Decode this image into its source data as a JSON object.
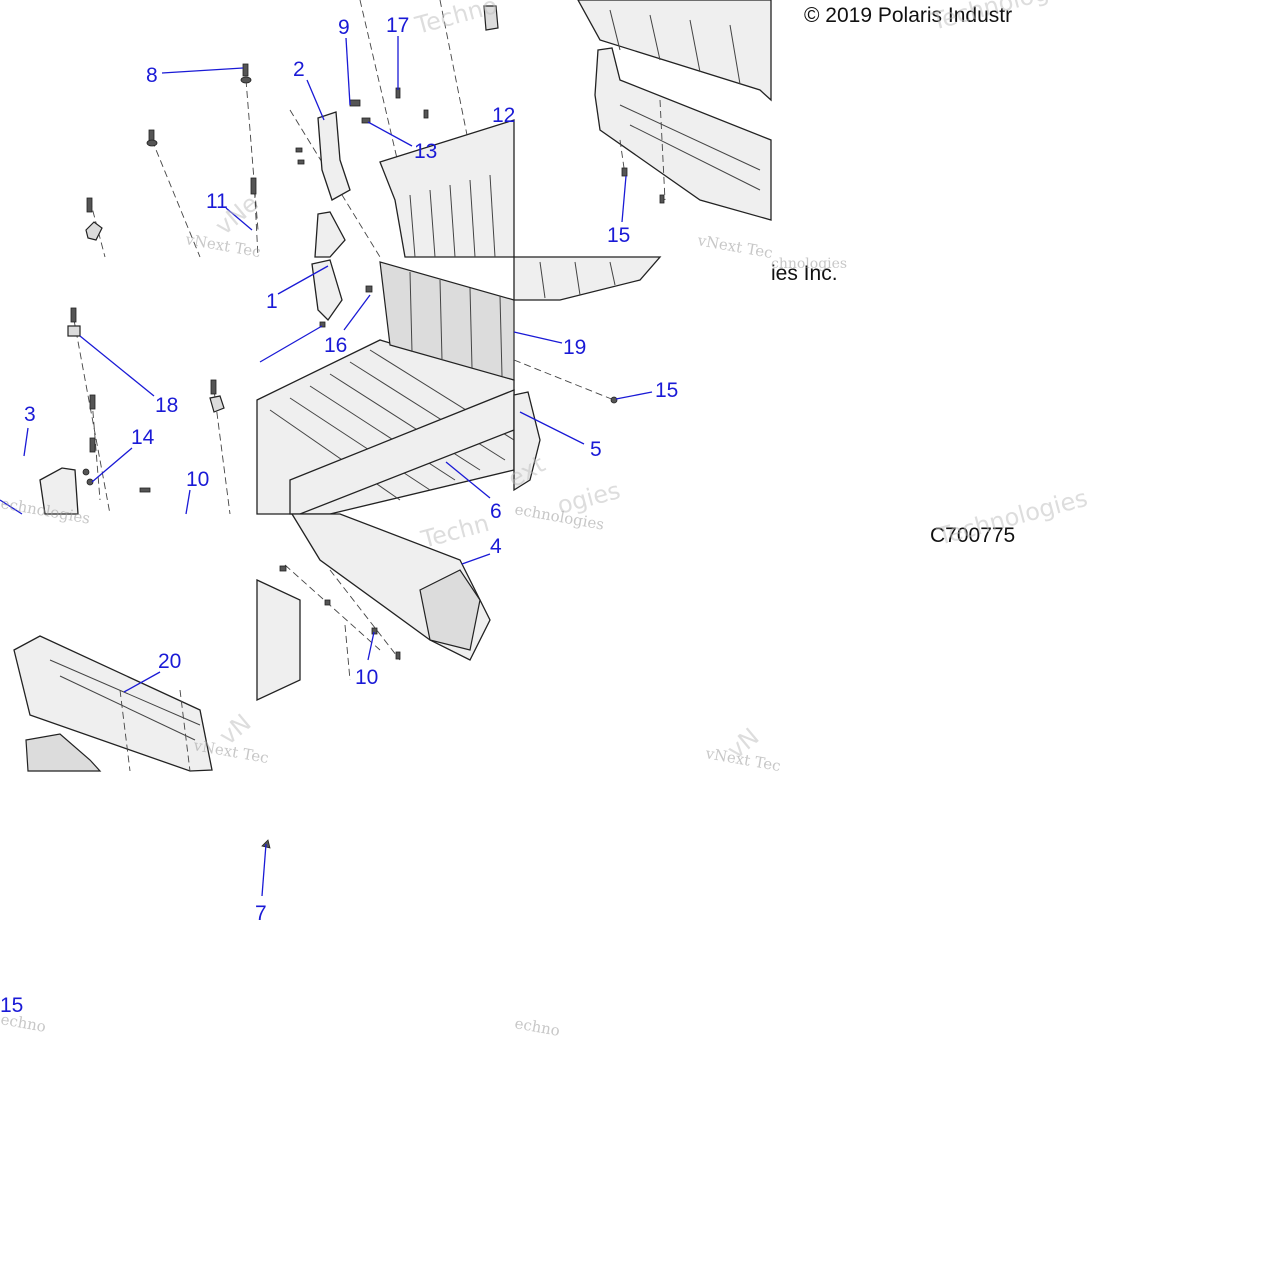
{
  "copyright": "© 2019 Polaris Industr",
  "copyright_fragment": "ies Inc.",
  "diagram_code": "C700775",
  "watermark": {
    "line1": "vNext Tec",
    "line2": "Technologies",
    "fragments": [
      "Techno",
      "vNe",
      "chnologies",
      "echnologies",
      "ext",
      "Techn",
      "vN",
      "ogies",
      "echno"
    ]
  },
  "callouts": [
    {
      "id": "c8",
      "label": "8"
    },
    {
      "id": "c2",
      "label": "2"
    },
    {
      "id": "c9",
      "label": "9"
    },
    {
      "id": "c17",
      "label": "17"
    },
    {
      "id": "c12",
      "label": "12"
    },
    {
      "id": "c13",
      "label": "13"
    },
    {
      "id": "c11",
      "label": "11"
    },
    {
      "id": "c15a",
      "label": "15"
    },
    {
      "id": "c1",
      "label": "1"
    },
    {
      "id": "c16",
      "label": "16"
    },
    {
      "id": "c19",
      "label": "19"
    },
    {
      "id": "c15b",
      "label": "15"
    },
    {
      "id": "c3",
      "label": "3"
    },
    {
      "id": "c18",
      "label": "18"
    },
    {
      "id": "c14",
      "label": "14"
    },
    {
      "id": "c10a",
      "label": "10"
    },
    {
      "id": "c5",
      "label": "5"
    },
    {
      "id": "c6",
      "label": "6"
    },
    {
      "id": "c4",
      "label": "4"
    },
    {
      "id": "c20",
      "label": "20"
    },
    {
      "id": "c10b",
      "label": "10"
    },
    {
      "id": "c7",
      "label": "7"
    },
    {
      "id": "c15c",
      "label": "15"
    }
  ]
}
